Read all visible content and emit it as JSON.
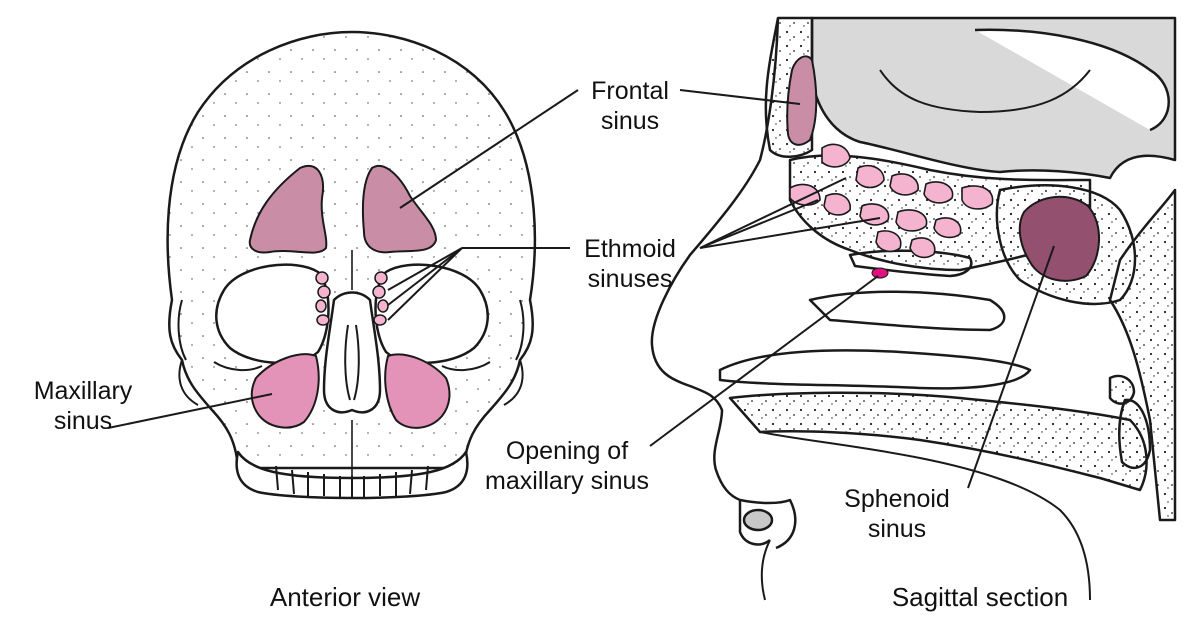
{
  "labels": {
    "frontal": [
      "Frontal",
      "sinus"
    ],
    "ethmoid": [
      "Ethmoid",
      "sinuses"
    ],
    "maxillary": [
      "Maxillary",
      "sinus"
    ],
    "opening": [
      "Opening of",
      "maxillary sinus"
    ],
    "sphenoid": [
      "Sphenoid",
      "sinus"
    ]
  },
  "captions": {
    "anterior": "Anterior view",
    "sagittal": "Sagittal section"
  },
  "colors": {
    "frontal_sinus": "#c98ea6",
    "ethmoid_sinus": "#f4b3cf",
    "maxillary_sinus": "#e493b8",
    "sphenoid_sinus": "#94506f",
    "ostium": "#e0117f",
    "brain_gray": "#d9d9d9",
    "outline": "#1a1a1a"
  }
}
